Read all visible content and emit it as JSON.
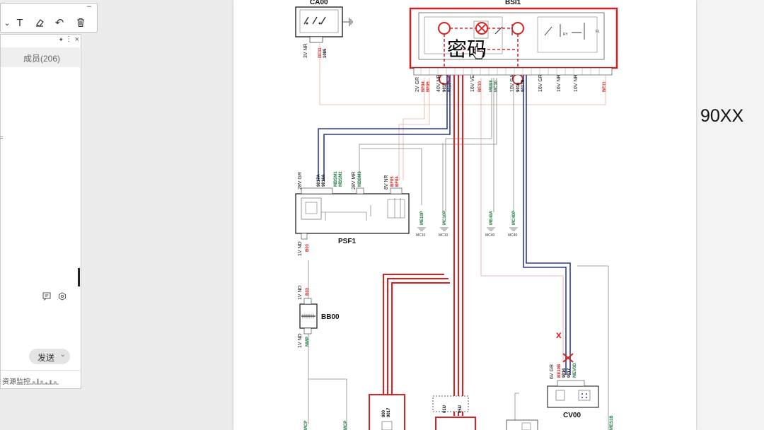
{
  "toolbar": {
    "minimize": "–",
    "tools": [
      {
        "name": "chevron-down-icon",
        "glyph": "⌄"
      },
      {
        "name": "text-tool-icon",
        "glyph": "T"
      },
      {
        "name": "eraser-icon",
        "glyph": "⌫"
      },
      {
        "name": "undo-icon",
        "glyph": "↶"
      },
      {
        "name": "trash-icon",
        "glyph": "🗑"
      }
    ]
  },
  "chat_panel": {
    "pin": "✦",
    "menu": "⋮",
    "close": "×",
    "members_label": "成员(206)",
    "send_label": "发送",
    "send_dropdown": "⌄",
    "monitor_label": "资源监控"
  },
  "diagram": {
    "title_code": "90XX",
    "password_overlay": "密码",
    "components": {
      "top_left_box": "CA00",
      "top_right_box": "BSI1",
      "psf": "PSF1",
      "bb": "BB00",
      "cv": "CV00"
    },
    "connector_labels": {
      "ca_conn": "3V NR",
      "bsi_conn_a": "2V GR",
      "bsi_conn_b": "40V NR",
      "bsi_conn_c": "16V VE",
      "bsi_conn_d": "10V GA",
      "bsi_conn_e": "16V GR",
      "bsi_conn_f": "16V NR",
      "bsi_conn_g": "10V NR",
      "psf_conn_a": "28V GR",
      "psf_conn_b": "28V MR",
      "psf_conn_c": "8V NR",
      "psf_conn_d": "1V ND",
      "bb_conn_top": "1V ND",
      "bb_conn_bottom": "1V ND",
      "cv_conn": "6V GR"
    },
    "wire_codes": {
      "ca_a": "BE11",
      "ca_b": "1085",
      "bsi_a": "BF04",
      "bsi_b": "BF05",
      "bsi_c": "9017",
      "bsi_d": "9018",
      "bsi_e": "BE10",
      "bsi_f": "MEB8",
      "bsi_g": "MC30",
      "bsi_h": "9017B",
      "bsi_i": "9016",
      "bsi_j": "BE11",
      "psf_a": "9017A",
      "psf_b": "9016A",
      "psf_c": "MBSM1",
      "psf_d": "MBSM2",
      "psf_e": "MBSM3",
      "psf_f": "BF05",
      "psf_g": "BF04",
      "psf_h": "B03",
      "bb_a": "B03",
      "bb_b": "MMP",
      "me10": "ME10P",
      "mc10": "MC10P",
      "me40": "ME40A",
      "mc40": "MC40P",
      "cv_a": "BE10B",
      "cv_b": "9016",
      "cv_c": "9017",
      "cv_d": "MEV0D",
      "right_vert": "MES1B",
      "bottom_a": "900",
      "bottom_b": "9017",
      "bottom_c": "01U",
      "bottom_d": "05U",
      "bottom_left": "MCP",
      "bottom_left2": "MCP"
    },
    "ground_labels": {
      "g1": "MC10",
      "g2": "MC10",
      "g3": "MC40",
      "g4": "MC40"
    },
    "colors": {
      "red_wire": "#e01c1c",
      "blue_wire": "#2a3a9a",
      "highlight": "#cc2a2a",
      "green_text": "#1a7a3a"
    }
  }
}
